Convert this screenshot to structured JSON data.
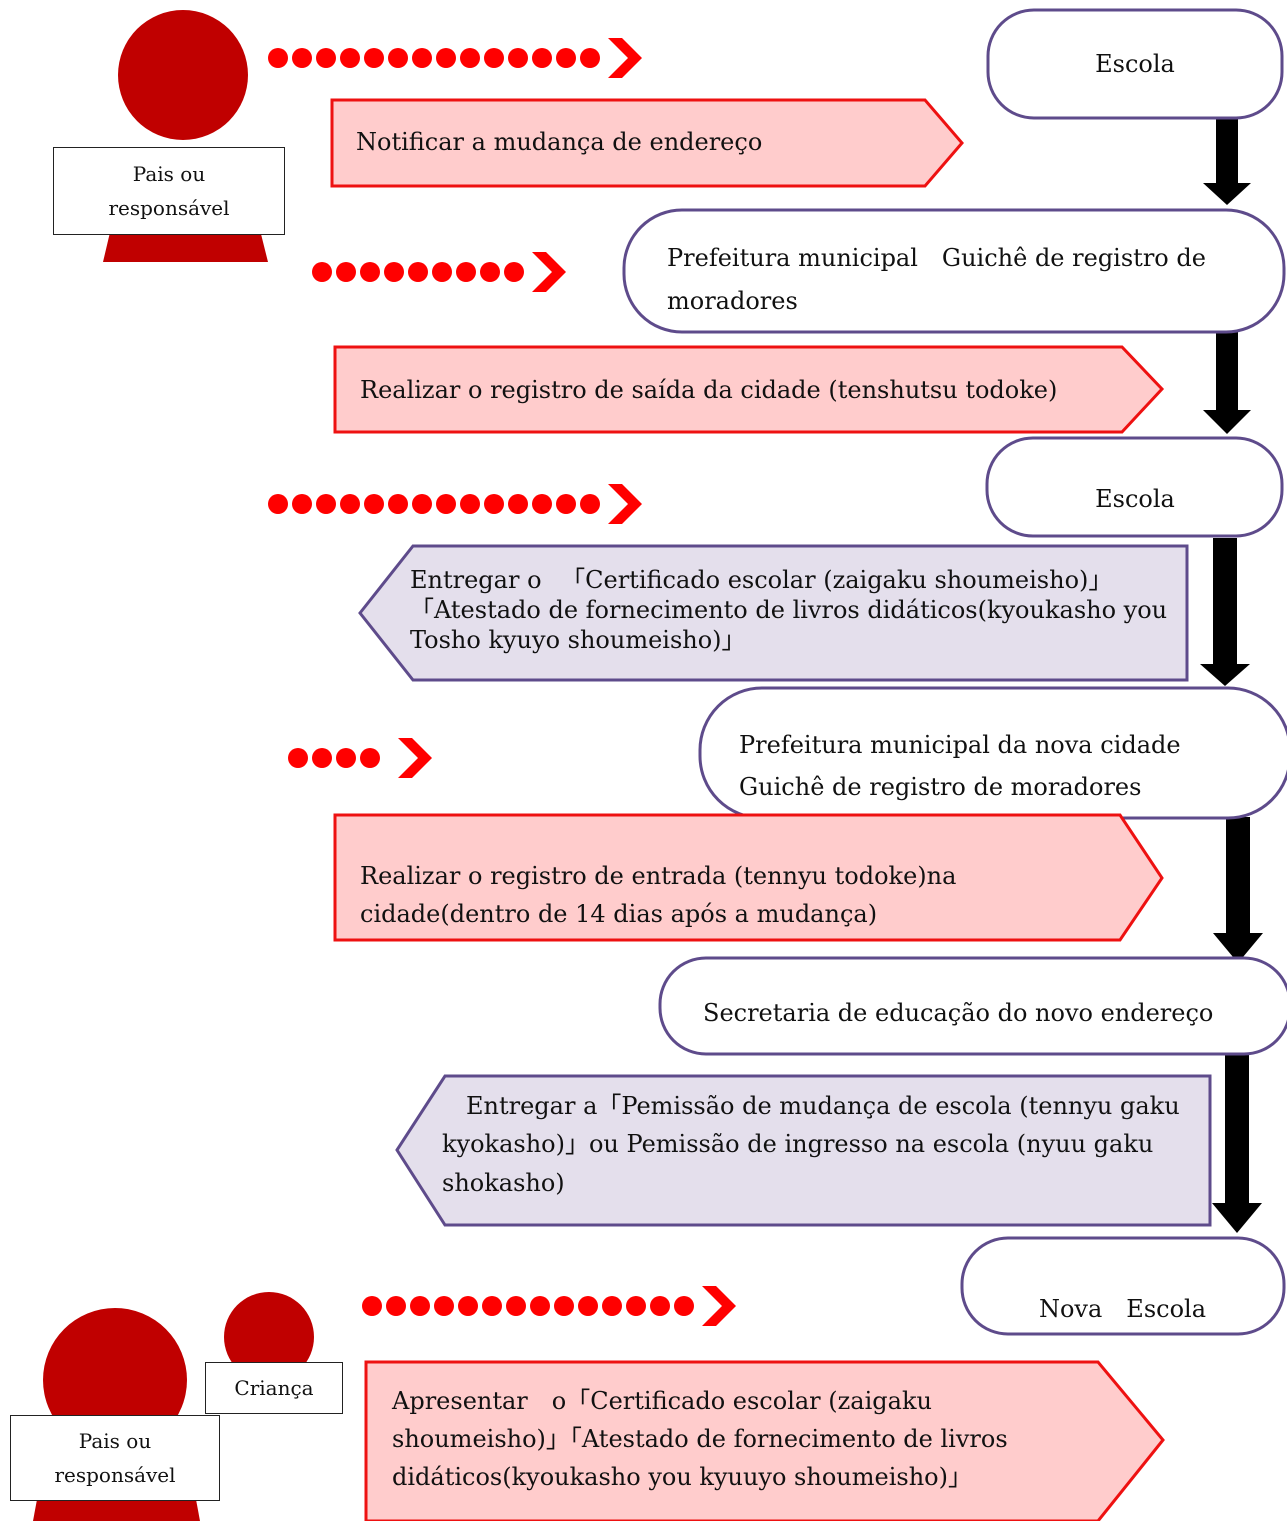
{
  "actors": {
    "top_parent_label": "Pais ou responsável",
    "bottom_parent_label": "Pais ou responsável",
    "child_label": "Criança"
  },
  "nodes": {
    "escola1": "Escola",
    "prefeitura1": "Prefeitura municipal　Guichê de registro de moradores",
    "escola2": "Escola",
    "prefeitura2_line1": "Prefeitura municipal da nova cidade",
    "prefeitura2_line2": "Guichê de registro de moradores",
    "secretaria": "Secretaria de educação do novo endereço",
    "nova_escola": "Nova　Escola"
  },
  "steps": {
    "step1": "Notificar a mudança de endereço",
    "step2": "Realizar o registro de saída da cidade (tenshutsu todoke)",
    "step3_line1": "Entregar o 　「Certificado escolar (zaigaku shoumeisho)」",
    "step3_line2": "「Atestado de fornecimento de livros didáticos(kyoukasho you Tosho kyuyo shoumeisho)」",
    "step4": "Realizar o registro de entrada (tennyu todoke)na cidade(dentro de 14 dias após a mudança)",
    "step5": "　Entregar a「Pemissão de mudança de escola (tennyu gaku kyokasho)」ou Pemissão de ingresso na escola (nyuu gaku shokasho)",
    "step6": "Apresentar　o「Certificado escolar (zaigaku shoumeisho)」「Atestado de fornecimento de livros didáticos(kyoukasho you kyuuyo shoumeisho)」"
  },
  "colors": {
    "red_box_fill": "#ffcccc",
    "red_box_stroke": "#ee1111",
    "purple_box_fill": "#e4dfec",
    "purple_box_stroke": "#5e4b8b",
    "node_stroke": "#5e4b8b",
    "person": "#c00000",
    "dots": "#ff0000",
    "flow_arrow": "#000000"
  }
}
